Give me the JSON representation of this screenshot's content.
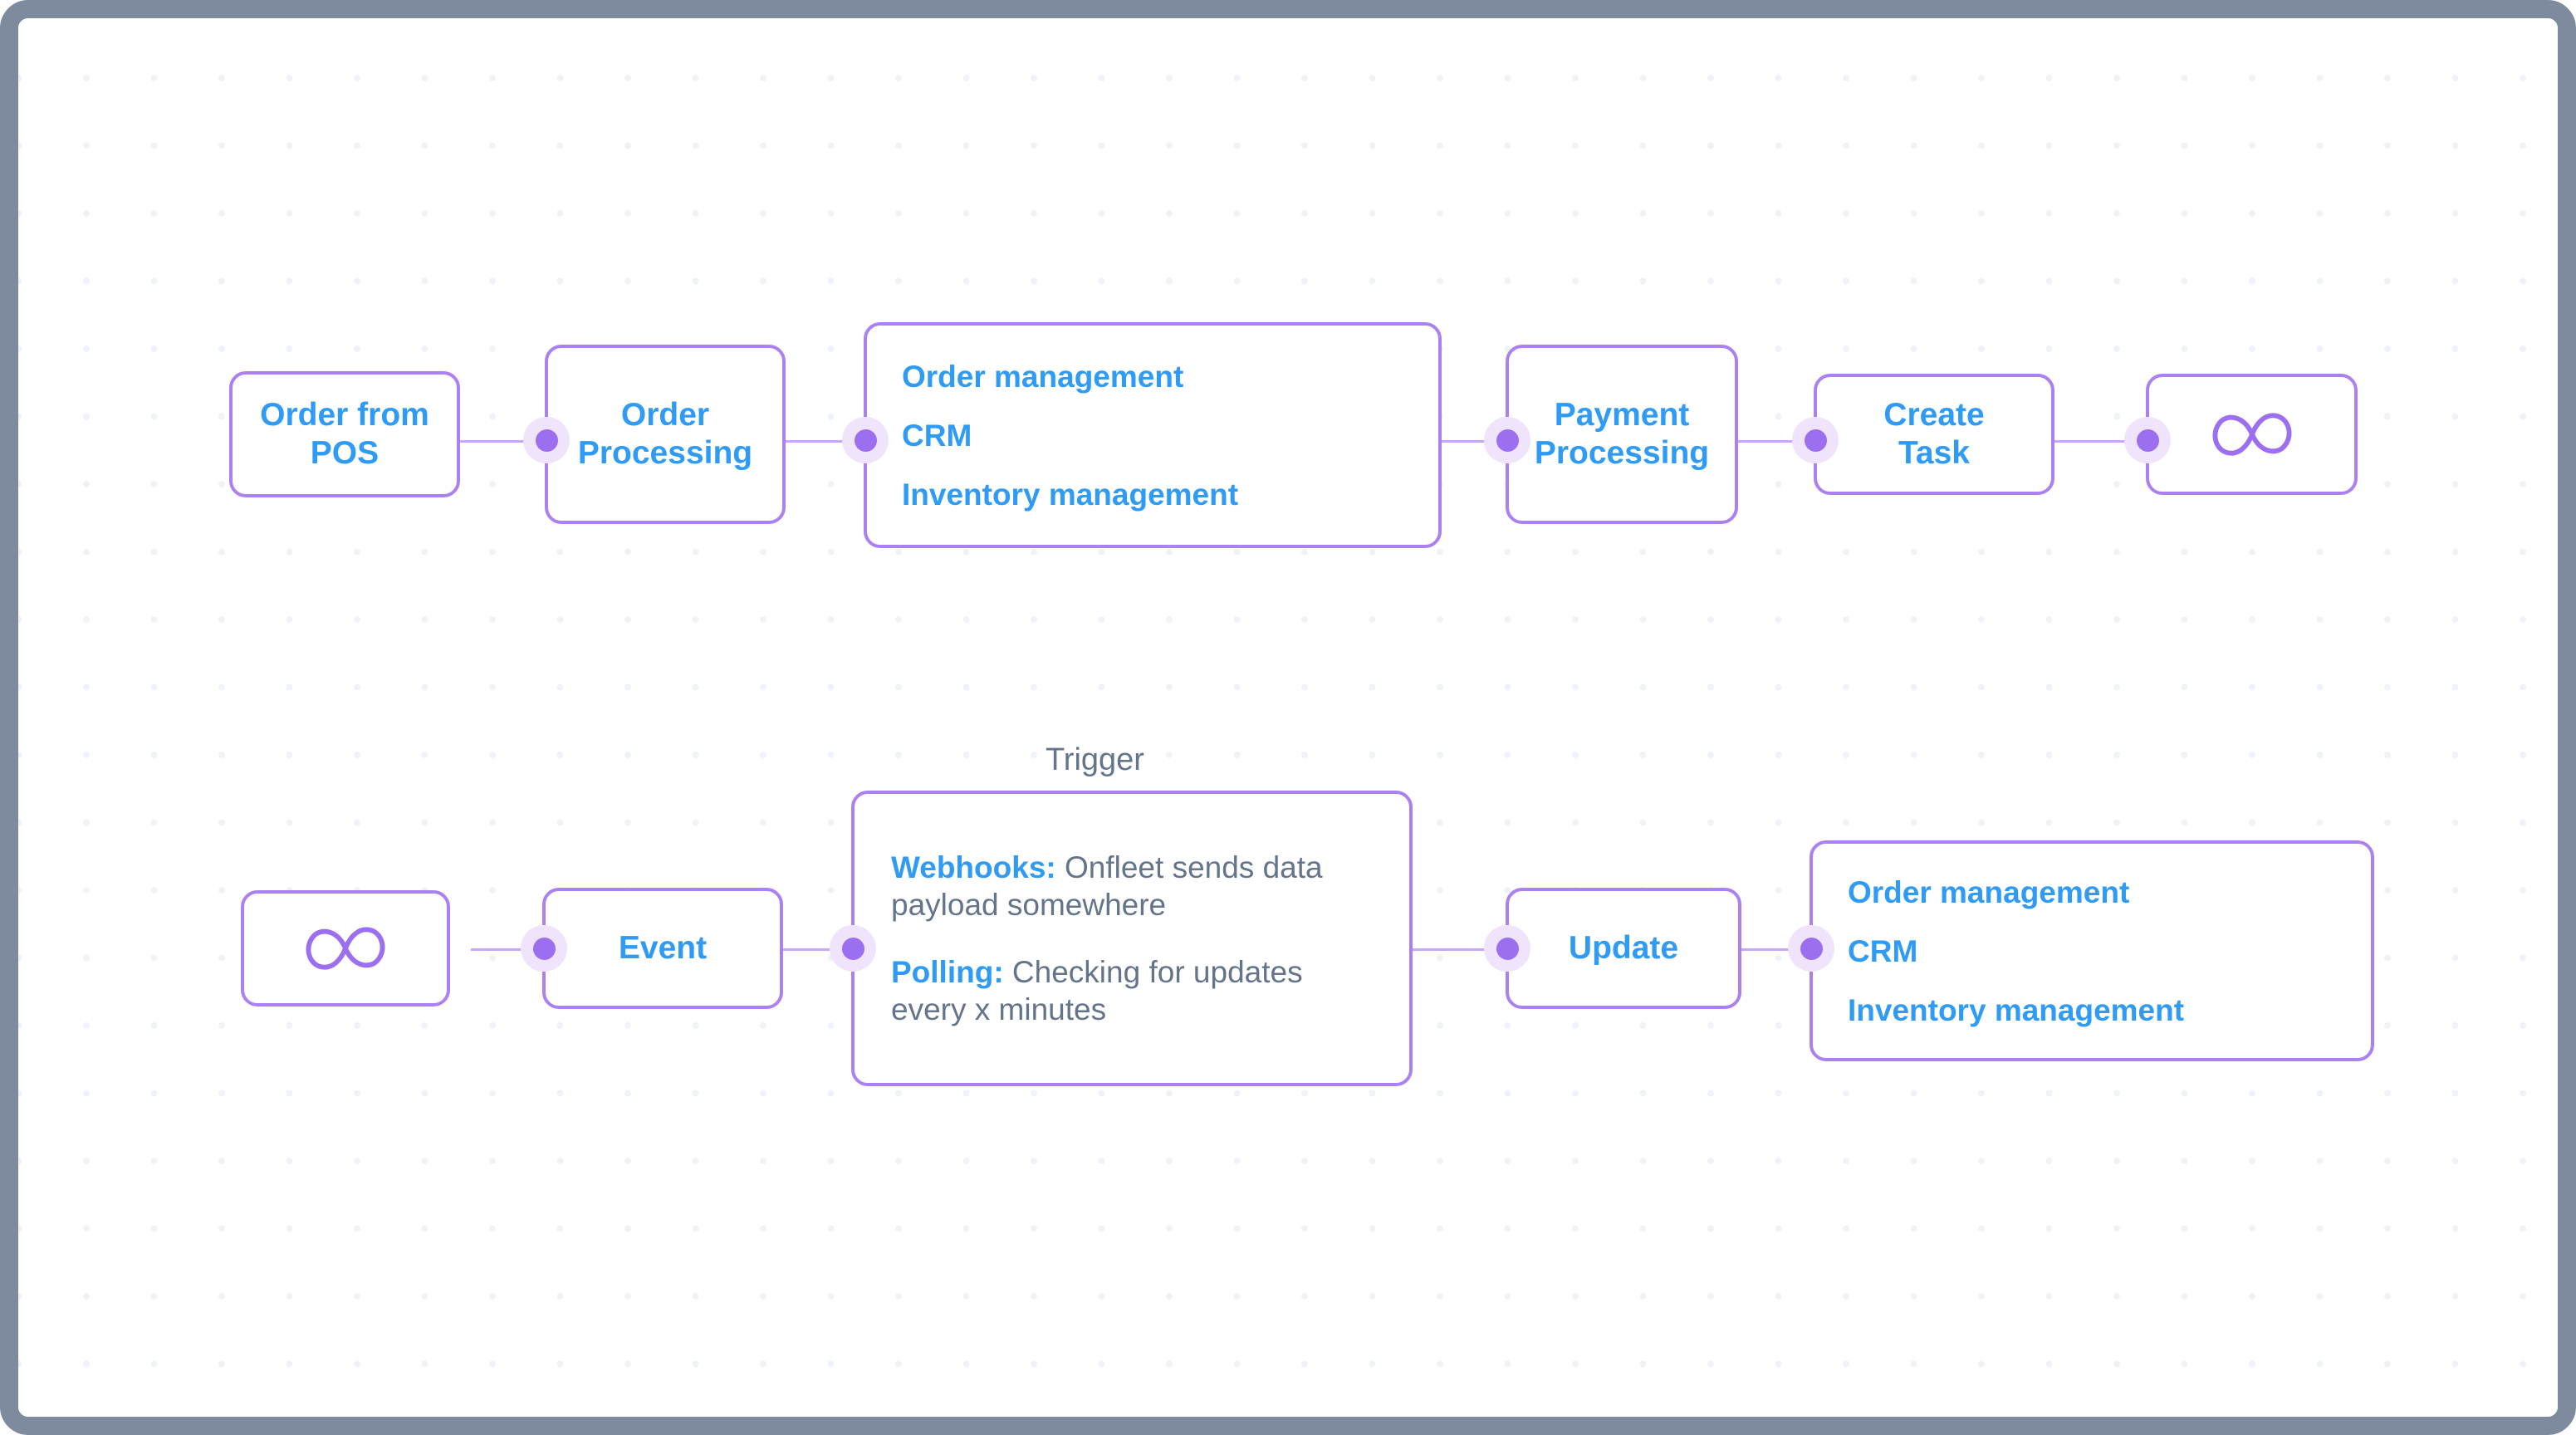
{
  "diagram": {
    "title": "Onfleet integration flow diagram",
    "colors": {
      "frame_border": "#7e8b9e",
      "node_border": "#ab80f0",
      "node_label": "#2f9bf5",
      "body_text": "#64748b",
      "connector_line": "#c6a6f5",
      "connector_dot": "#9c6ef0",
      "connector_halo": "#efe4fc",
      "grid_dot": "#eff2f7",
      "canvas_background": "#ffffff"
    },
    "captions": [
      {
        "id": "trigger-caption",
        "text": "Trigger"
      }
    ],
    "rows": [
      {
        "id": "row-order-flow",
        "nodes": [
          {
            "id": "order-from-pos",
            "kind": "label",
            "label": "Order from\nPOS"
          },
          {
            "id": "order-processing",
            "kind": "label",
            "label": "Order\nProcessing"
          },
          {
            "id": "systems-list-top",
            "kind": "list",
            "items": [
              "Order management",
              "CRM",
              "Inventory management"
            ]
          },
          {
            "id": "payment-processing",
            "kind": "label",
            "label": "Payment\nProcessing"
          },
          {
            "id": "create-task",
            "kind": "label",
            "label": "Create\nTask"
          },
          {
            "id": "onfleet-logo-top",
            "kind": "icon",
            "icon": "infinity-icon",
            "label": ""
          }
        ]
      },
      {
        "id": "row-trigger-flow",
        "nodes": [
          {
            "id": "onfleet-logo-bottom",
            "kind": "icon",
            "icon": "infinity-icon",
            "label": ""
          },
          {
            "id": "event",
            "kind": "label",
            "label": "Event"
          },
          {
            "id": "trigger-details",
            "kind": "description",
            "lines": [
              {
                "bold": "Webhooks:",
                "rest": " Onfleet sends data payload somewhere"
              },
              {
                "bold": "Polling:",
                "rest": " Checking for updates every x minutes"
              }
            ]
          },
          {
            "id": "update",
            "kind": "label",
            "label": "Update"
          },
          {
            "id": "systems-list-bottom",
            "kind": "list",
            "items": [
              "Order management",
              "CRM",
              "Inventory management"
            ]
          }
        ]
      }
    ]
  }
}
